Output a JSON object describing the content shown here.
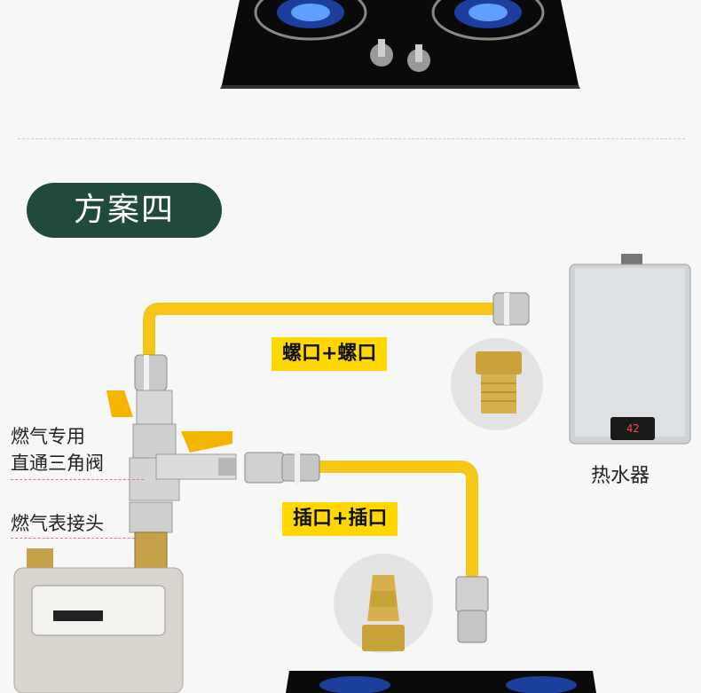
{
  "section_title": "方案四",
  "labels": {
    "screw_to_screw": "螺口+螺口",
    "plug_to_plug": "插口+插口",
    "valve_line1": "燃气专用",
    "valve_line2": "直通三角阀",
    "meter_joint": "燃气表接头",
    "heater": "热水器"
  },
  "heater_display": "42",
  "colors": {
    "pill": "#1f4a3c",
    "hose": "#f5c518",
    "label_bg": "#ffd800",
    "flame": "#2f6bff"
  }
}
